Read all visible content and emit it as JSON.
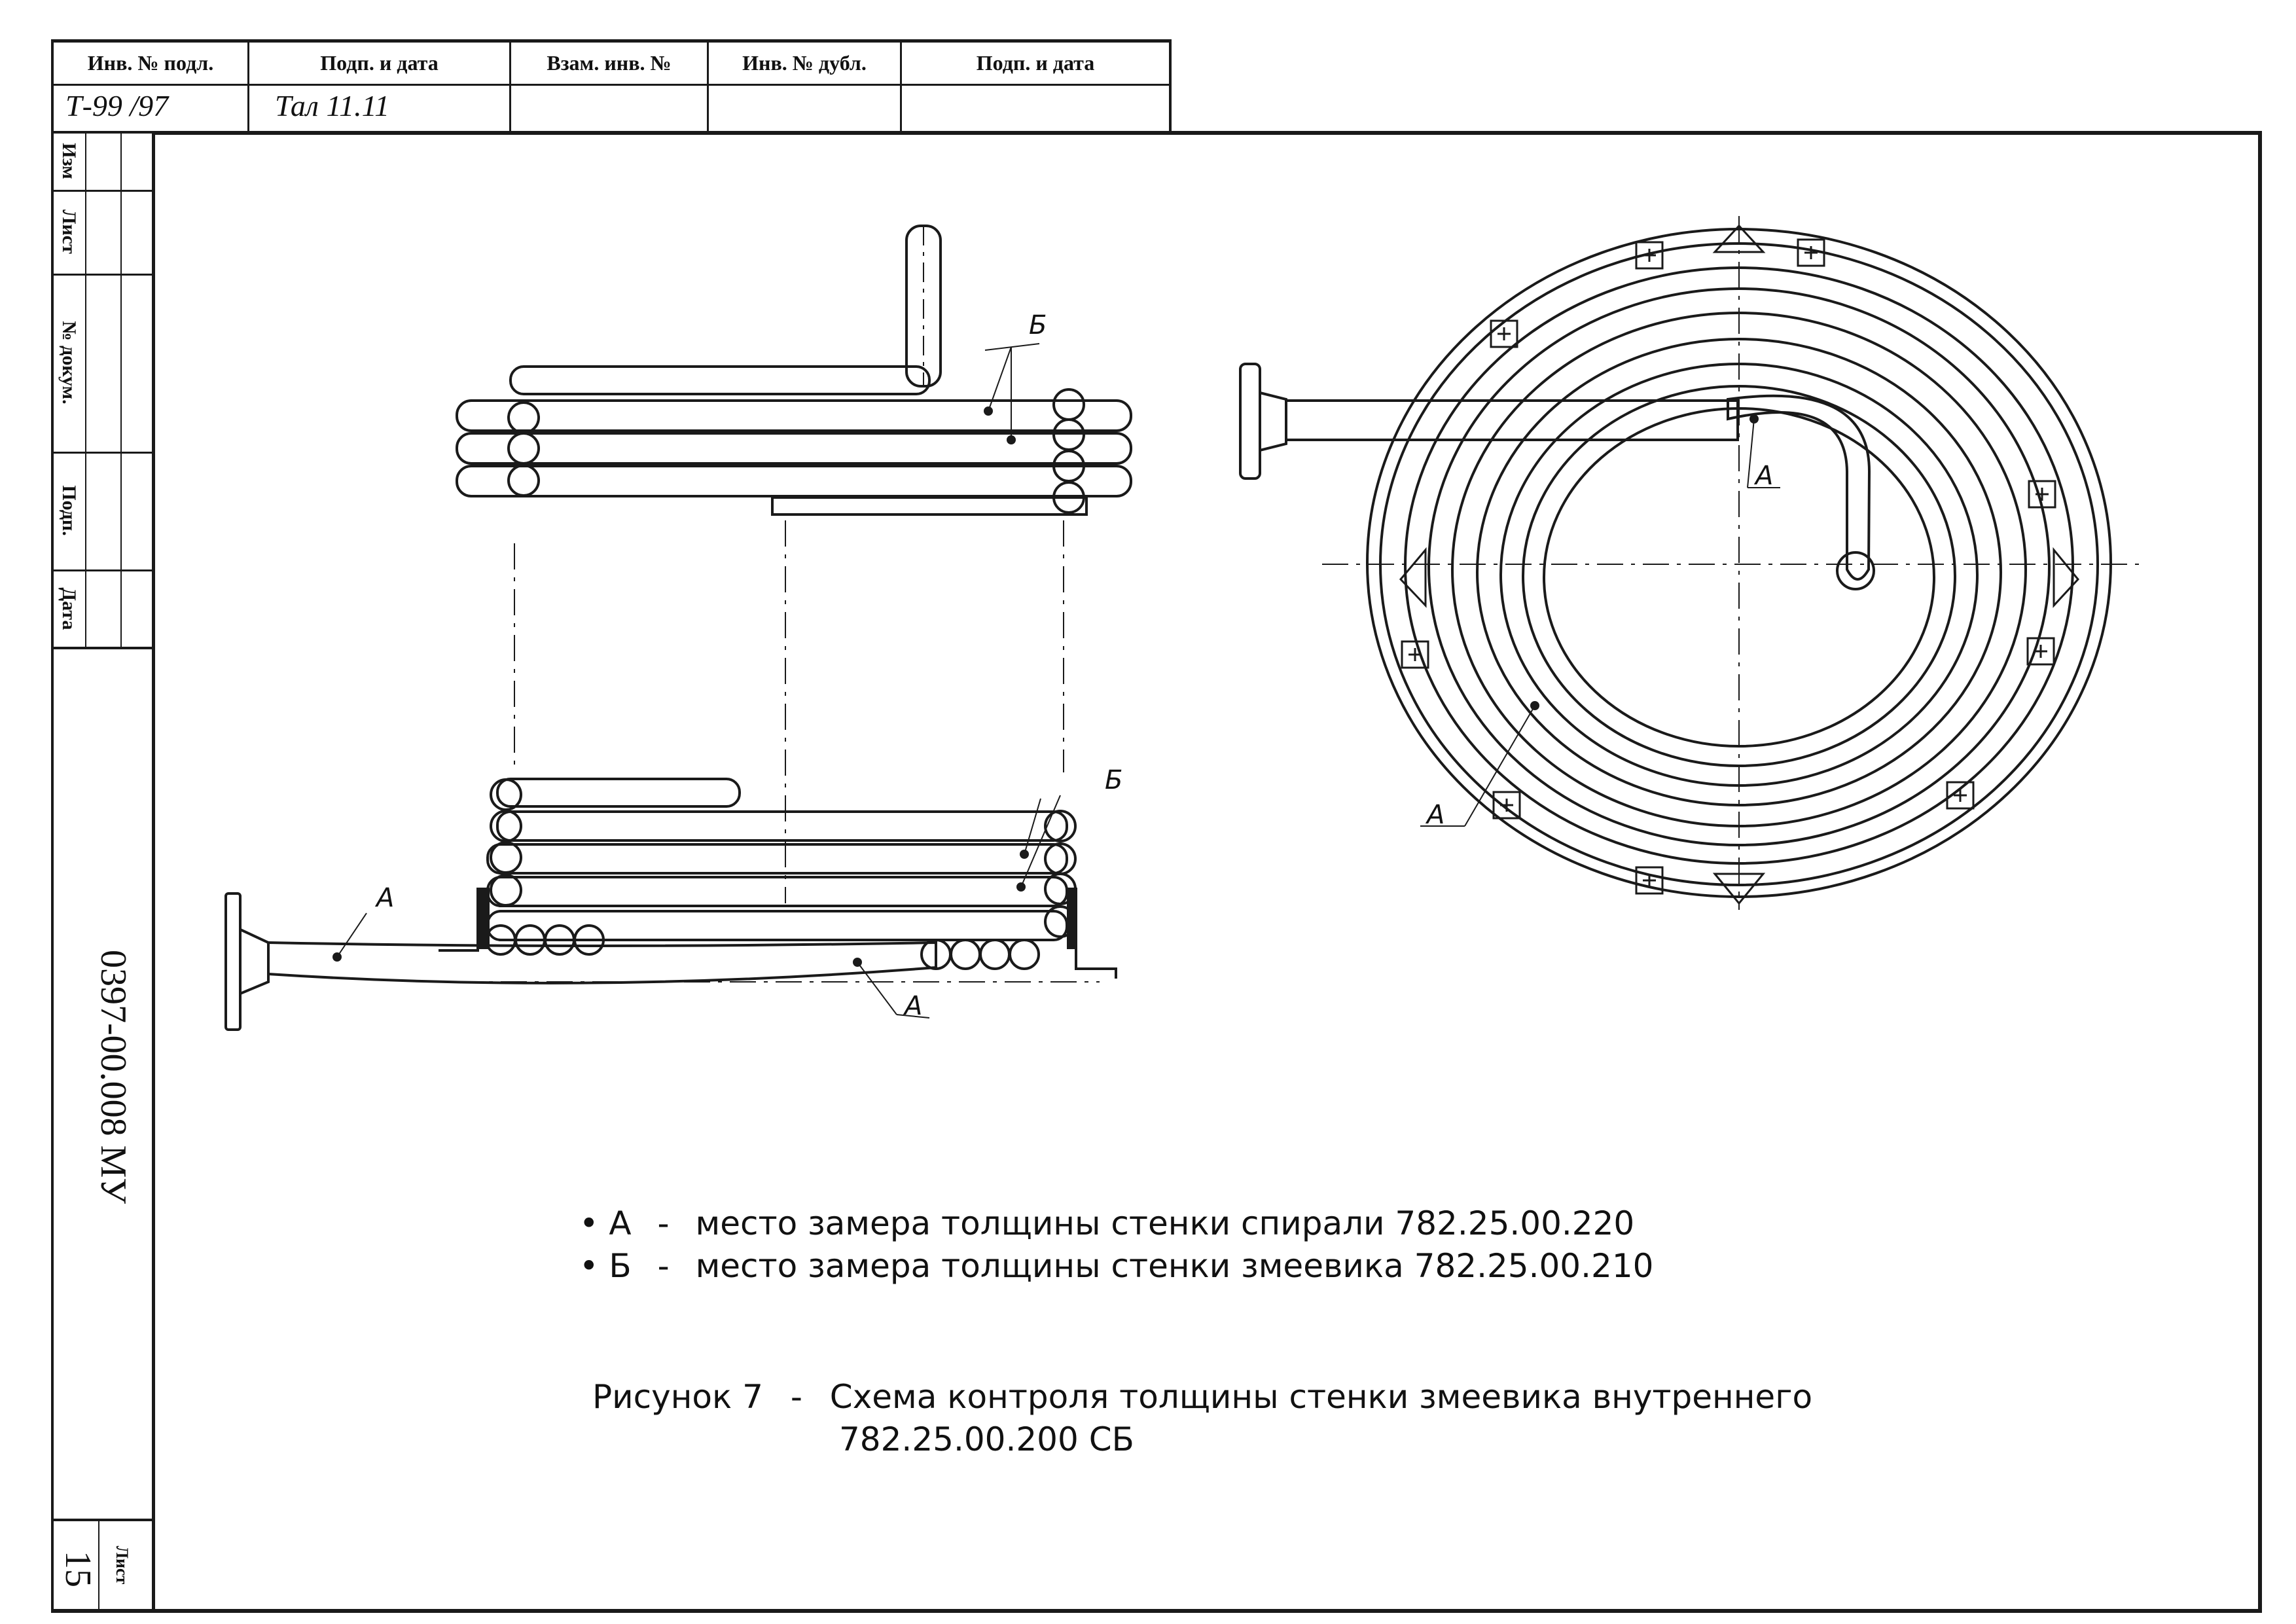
{
  "stamp": {
    "headers": [
      "Инв. № подл.",
      "Подп. и дата",
      "Взам. инв. №",
      "Инв. № дубл.",
      "Подп. и дата"
    ],
    "values": [
      "Т-99 /97",
      "Тал 11.11",
      "",
      "",
      ""
    ]
  },
  "side_stamp": {
    "labels": [
      "Изм",
      "Лист",
      "№ докум.",
      "Подп.",
      "Дата"
    ]
  },
  "document_code": "0397-00.008 МУ",
  "sheet": {
    "label": "Лист",
    "number": "15"
  },
  "figure": {
    "markers": {
      "a": "А",
      "b": "Б"
    }
  },
  "notes": [
    {
      "bullet": "•",
      "marker": "А",
      "dash": "-",
      "text": "место замера толщины стенки спирали 782.25.00.220"
    },
    {
      "bullet": "•",
      "marker": "Б",
      "dash": "-",
      "text": "место замера толщины стенки змеевика 782.25.00.210"
    }
  ],
  "caption": {
    "label": "Рисунок 7",
    "dash": "-",
    "line1": "Схема контроля толщины стенки змеевика внутреннего",
    "line2": "782.25.00.200 СБ"
  }
}
